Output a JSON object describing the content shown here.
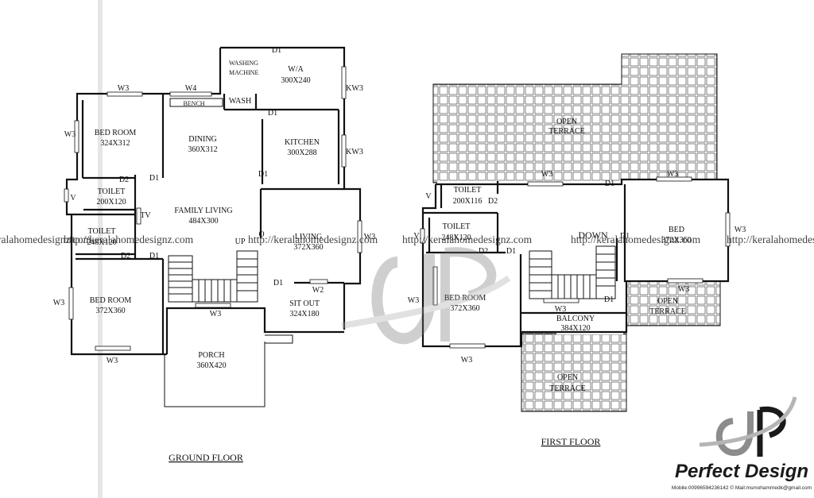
{
  "watermark_text": "http://keralahomedesignz.com",
  "ground_floor": {
    "title": "GROUND FLOOR",
    "rooms": {
      "washing": [
        "WASHING",
        "MACHINE"
      ],
      "wa": [
        "W/A",
        "300X240"
      ],
      "wash": "WASH",
      "bench": "BENCH",
      "bedroom1": [
        "BED ROOM",
        "324X312"
      ],
      "dining": [
        "DINING",
        "360X312"
      ],
      "kitchen": [
        "KITCHEN",
        "300X288"
      ],
      "toilet1": [
        "TOILET",
        "200X120"
      ],
      "family": [
        "FAMILY LIVING",
        "484X300"
      ],
      "toilet2": [
        "TOILET",
        "248X120"
      ],
      "living": [
        "LIVING",
        "372X360"
      ],
      "bedroom2": [
        "BED ROOM",
        "372X360"
      ],
      "sitout": [
        "SIT OUT",
        "324X180"
      ],
      "porch": [
        "PORCH",
        "360X420"
      ]
    },
    "tags": {
      "d1_top": "D1",
      "w3_top": "W3",
      "w4": "W4",
      "kw3_a": "KW3",
      "d1_kitchen": "D1",
      "w3_left": "W3",
      "kw3_b": "KW3",
      "d2_a": "D2",
      "d1_dining": "D1",
      "d1_kit2": "D1",
      "v": "V",
      "tv": "TV",
      "o": "O",
      "up": "UP",
      "w3_right": "W3",
      "d2_b": "D2",
      "d1_bed": "D1",
      "w3_bed": "W3",
      "w3_stair": "W3",
      "d1_sit": "D1",
      "w2": "W2",
      "w3_bottom": "W3"
    }
  },
  "first_floor": {
    "title": "FIRST FLOOR",
    "rooms": {
      "terrace1": [
        "OPEN",
        "TERRACE"
      ],
      "toilet1": [
        "TOILET",
        "200X116"
      ],
      "toilet2": [
        "TOILET",
        "248X120"
      ],
      "bed": [
        "BED",
        "372X360"
      ],
      "bedroom": [
        "BED ROOM",
        "372X360"
      ],
      "down": "DOWN",
      "terrace2": [
        "OPEN",
        "TERRACE"
      ],
      "balcony": [
        "BALCONY",
        "384X120"
      ],
      "terrace3": [
        "OPEN",
        "TERRACE"
      ]
    },
    "tags": {
      "w3_a": "W3",
      "w3_b": "W3",
      "d1_a": "D1",
      "v1": "V",
      "d2_a": "D2",
      "v2": "V",
      "d2_b": "D2",
      "d1_b": "D1",
      "d1_c": "D1",
      "w3_c": "W3",
      "w3_d": "W3",
      "w3_e": "W3",
      "w3_f": "W3",
      "d1_d": "D1",
      "w3_g": "W3"
    }
  },
  "brand": {
    "logo_letters": "dP",
    "name": "Perfect Design",
    "contact": "Mobile:00996594236142 © Mail:msmohammedk@gmail.com"
  },
  "colors": {
    "line": "#111111",
    "logo_grey": "#9a9a9a"
  }
}
